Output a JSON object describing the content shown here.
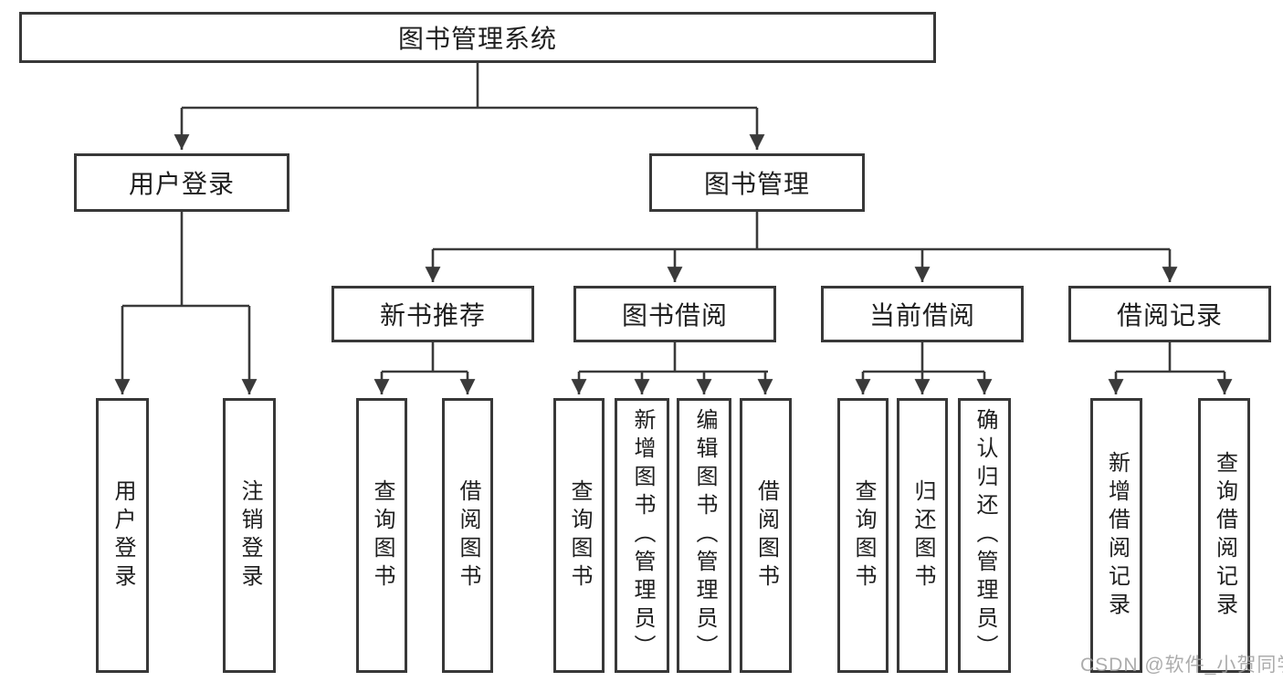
{
  "tree": {
    "label": "图书管理系统",
    "children": [
      {
        "label": "用户登录",
        "children": [
          {
            "label": "用户登录"
          },
          {
            "label": "注销登录"
          }
        ]
      },
      {
        "label": "图书管理",
        "children": [
          {
            "label": "新书推荐",
            "children": [
              {
                "label": "查询图书"
              },
              {
                "label": "借阅图书"
              }
            ]
          },
          {
            "label": "图书借阅",
            "children": [
              {
                "label": "查询图书"
              },
              {
                "label": "新增图书（管理员）"
              },
              {
                "label": "编辑图书（管理员）"
              },
              {
                "label": "借阅图书"
              }
            ]
          },
          {
            "label": "当前借阅",
            "children": [
              {
                "label": "查询图书"
              },
              {
                "label": "归还图书"
              },
              {
                "label": "确认归还（管理员）"
              }
            ]
          },
          {
            "label": "借阅记录",
            "children": [
              {
                "label": "新增借阅记录"
              },
              {
                "label": "查询借阅记录"
              }
            ]
          }
        ]
      }
    ]
  },
  "watermark": "CSDN @软件_小贺同学",
  "colors": {
    "line": "#3a3a3a",
    "box_border": "#383838",
    "text": "#1e1e1e",
    "background": "#ffffff",
    "watermark": "#9e9e9e"
  },
  "diagram_type": "hierarchy-tree"
}
